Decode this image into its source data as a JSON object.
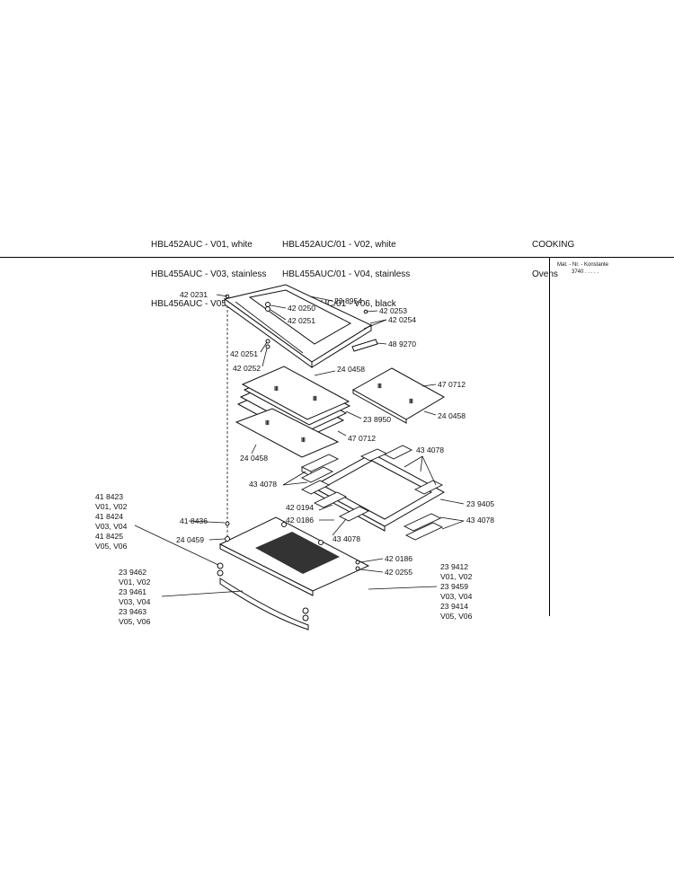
{
  "header": {
    "models_left": [
      "HBL452AUC - V01, white",
      "HBL455AUC - V03, stainless",
      "HBL456AUC - V05, black"
    ],
    "models_right": [
      "HBL452AUC/01 - V02, white",
      "HBL455AUC/01 - V04, stainless",
      "HBL456AUC/01 - V06, black"
    ],
    "category": "COOKING",
    "subcategory": "Ovens",
    "mat_label": "Mat. - Nr. - Konstante",
    "mat_value": "3740  .  .  .  .  ."
  },
  "callouts": {
    "c420231": "42 0231",
    "c238954": "23 8954",
    "c420250": "42 0250",
    "c420253": "42 0253",
    "c420251a": "42 0251",
    "c420254": "42 0254",
    "c489270": "48 9270",
    "c420251b": "42 0251",
    "c420252": "42 0252",
    "c240458a": "24 0458",
    "c470712a": "47 0712",
    "c238950": "23 8950",
    "c240458b": "24 0458",
    "c470712b": "47 0712",
    "c240458c": "24 0458",
    "c434078a": "43 4078",
    "c434078b": "43 4078",
    "c420194": "42 0194",
    "c239405": "23 9405",
    "c420186a": "42 0186",
    "c434078c": "43 4078",
    "c434078d": "43 4078",
    "c418436": "41 8436",
    "c240459": "24 0459",
    "c420186b": "42 0186",
    "c420255": "42 0255",
    "group_418423": [
      "41 8423",
      "V01, V02",
      "41 8424",
      "V03, V04",
      "41 8425",
      "V05, V06"
    ],
    "group_239462": [
      "23 9462",
      "V01, V02",
      "23 9461",
      "V03, V04",
      "23 9463",
      "V05, V06"
    ],
    "group_239412": [
      "23 9412",
      "V01, V02",
      "23 9459",
      "V03, V04",
      "23 9414",
      "V05, V06"
    ]
  }
}
